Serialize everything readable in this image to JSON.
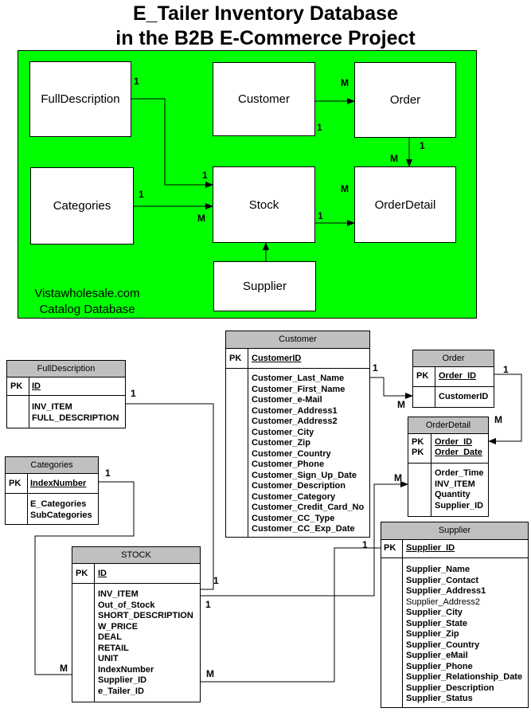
{
  "title": {
    "line1": "E_Tailer Inventory Database",
    "line2": "in the B2B E-Commerce Project"
  },
  "overview": {
    "caption_line1": "Vistawholesale.com",
    "caption_line2": "Catalog Database",
    "entities": {
      "full_description": "FullDescription",
      "customer": "Customer",
      "order": "Order",
      "categories": "Categories",
      "stock": "Stock",
      "order_detail": "OrderDetail",
      "supplier": "Supplier"
    },
    "cardinality": {
      "fd_one": "1",
      "stock_fd_one": "1",
      "cust_m": "M",
      "cust_one": "1",
      "order_one": "1",
      "od_m_top": "M",
      "od_m_left": "M",
      "cat_one": "1",
      "stock_m": "M",
      "stock_one": "1"
    }
  },
  "tables": {
    "full_description": {
      "name": "FullDescription",
      "pk_label": "PK",
      "key": "ID",
      "attributes": [
        "INV_ITEM",
        "FULL_DESCRIPTION"
      ]
    },
    "categories": {
      "name": "Categories",
      "pk_label": "PK",
      "key": "IndexNumber",
      "attributes": [
        "E_Categories",
        "SubCategories"
      ]
    },
    "customer": {
      "name": "Customer",
      "pk_label": "PK",
      "key": "CustomerID",
      "attributes": [
        "Customer_Last_Name",
        "Customer_First_Name",
        "Customer_e-Mail",
        "Customer_Address1",
        "Customer_Address2",
        "Customer_City",
        "Customer_Zip",
        "Customer_Country",
        "Customer_Phone",
        "Customer_Sign_Up_Date",
        "Customer_Description",
        "Customer_Category",
        "Customer_Credit_Card_No",
        "Customer_CC_Type",
        "Customer_CC_Exp_Date"
      ]
    },
    "order": {
      "name": "Order",
      "pk_label": "PK",
      "key": "Order_ID",
      "attributes": [
        "CustomerID"
      ]
    },
    "order_detail": {
      "name": "OrderDetail",
      "pk_label1": "PK",
      "pk_label2": "PK",
      "key1": "Order_ID",
      "key2": "Order_Date",
      "attributes": [
        "Order_Time",
        "INV_ITEM",
        "Quantity",
        "Supplier_ID"
      ]
    },
    "supplier": {
      "name": "Supplier",
      "pk_label": "PK",
      "key": "Supplier_ID",
      "attributes": [
        "Supplier_Name",
        "Supplier_Contact",
        "Supplier_Address1",
        "Supplier_Address2",
        "Supplier_City",
        "Supplier_State",
        "Supplier_Zip",
        "Supplier_Country",
        "Supplier_eMail",
        "Supplier_Phone",
        "Supplier_Relationship_Date",
        "Supplier_Description",
        "Supplier_Status"
      ]
    },
    "stock": {
      "name": "STOCK",
      "pk_label": "PK",
      "key": "ID",
      "attributes": [
        "INV_ITEM",
        "Out_of_Stock",
        "SHORT_DESCRIPTION",
        "W_PRICE",
        "DEAL",
        "RETAIL",
        "UNIT",
        "IndexNumber",
        "Supplier_ID",
        "e_Tailer_ID"
      ]
    }
  },
  "relationships": {
    "cust_one": "1",
    "order_m": "M",
    "order_one": "1",
    "od_m": "M",
    "fd_one": "1",
    "stock_fd_one": "1",
    "cat_one": "1",
    "stock_cat_m": "M",
    "stock_od_one": "1",
    "od_stock_m": "M",
    "sup_one": "1",
    "stock_sup_m": "M"
  }
}
